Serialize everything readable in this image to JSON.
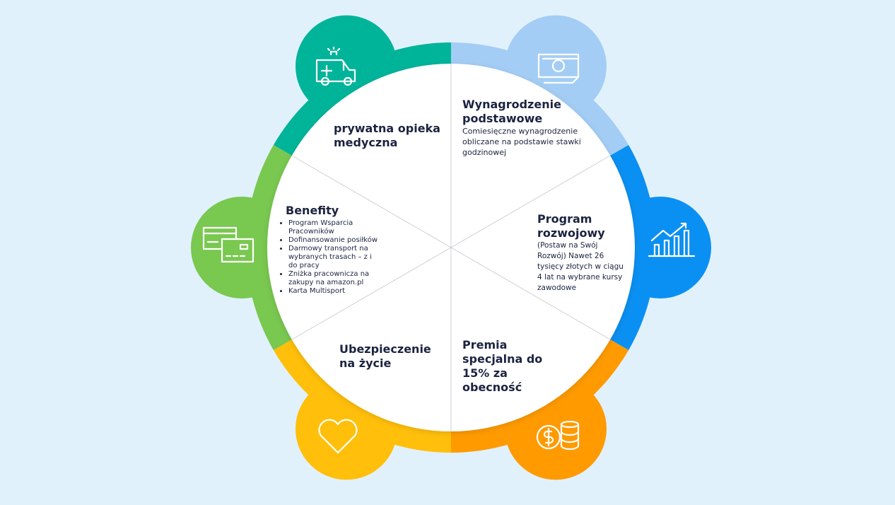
{
  "colors": {
    "background": "#e1f1fc",
    "teal": "#00b49a",
    "light_blue": "#a3cdf5",
    "blue": "#0a90f2",
    "orange": "#ff9a00",
    "yellow": "#ffbf0a",
    "green": "#79c850"
  },
  "sections": [
    {
      "id": "medical",
      "color": "#00b49a",
      "icon": "ambulance-icon",
      "title": "prywatna opieka medyczna"
    },
    {
      "id": "salary",
      "color": "#a3cdf5",
      "icon": "banknote-icon",
      "title": "Wynagrodzenie podstawowe",
      "body": "Comiesięczne wynagrodzenie obliczane na podstawie stawki godzinowej"
    },
    {
      "id": "development",
      "color": "#0a90f2",
      "icon": "growth-chart-icon",
      "title": "Program rozwojowy",
      "body": "(Postaw na Swój Rozwój) Nawet 26 tysięcy złotych w ciągu 4 lat na wybrane kursy zawodowe"
    },
    {
      "id": "bonus",
      "color": "#ff9a00",
      "icon": "coins-icon",
      "title": "Premia specjalna do 15% za obecność"
    },
    {
      "id": "insurance",
      "color": "#ffbf0a",
      "icon": "heart-icon",
      "title": "Ubezpieczenie na życie"
    },
    {
      "id": "benefits",
      "color": "#79c850",
      "icon": "cards-icon",
      "title": "Benefity",
      "items": [
        "Program Wsparcia Pracowników",
        "Dofinansowanie posiłków",
        "Darmowy transport na wybranych trasach – z i do pracy",
        "Zniżka pracownicza na zakupy na amazon.pl",
        "Karta Multisport"
      ]
    }
  ]
}
